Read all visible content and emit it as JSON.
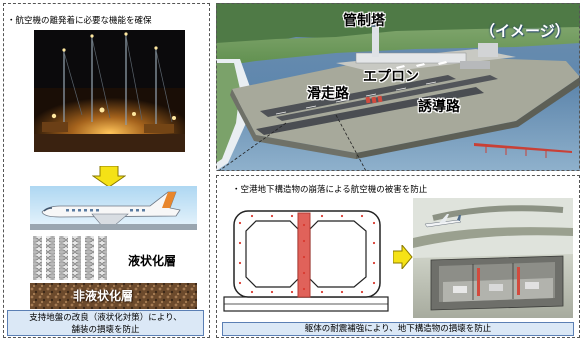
{
  "left_panel": {
    "caption": "・航空機の離発着に必要な機能を確保",
    "liquefied_layer_label": "液状化層",
    "non_liquefied_layer_label": "非液状化層",
    "summary_line1": "支持地盤の改良（液状化対策）により、",
    "summary_line2": "舗装の損壊を防止"
  },
  "aerial": {
    "control_tower_label": "管制塔",
    "image_tag": "（イメージ）",
    "apron_label": "エプロン",
    "runway_label": "滑走路",
    "taxiway_label": "誘導路"
  },
  "right_panel": {
    "caption": "・空港地下構造物の崩落による航空機の被害を防止",
    "summary": "躯体の耐震補強により、地下構造物の損壊を防止"
  }
}
